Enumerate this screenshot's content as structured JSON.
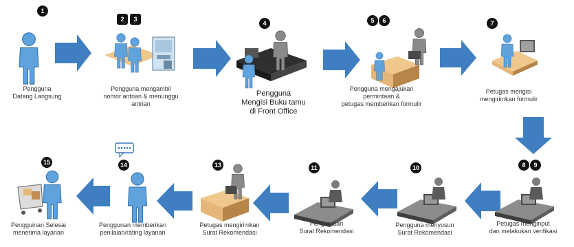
{
  "colors": {
    "arrow": "#3f7fc1",
    "person": "#5fa2dc",
    "person_dark": "#3a78b5",
    "desk": "#e6b678",
    "desk_dark": "#b78548",
    "machine": "#9a9a9a",
    "machine_dark": "#4a4a4a",
    "badge": "#111111"
  },
  "steps": [
    {
      "badges": [
        "1"
      ],
      "caption": "Pengguna\nDatang Langsung",
      "icon": "standing-person-icon"
    },
    {
      "badges": [
        "2",
        "3"
      ],
      "caption": "Pengguna mengambil\nnomor antrian & menunggu\nantrian",
      "icon": "queue-machine-icon"
    },
    {
      "badges": [
        "4"
      ],
      "caption": "Pengguna\nMengisi Buku tamu\ndi Front Office",
      "icon": "front-office-desk-icon"
    },
    {
      "badges": [
        "5",
        "6"
      ],
      "caption": "Pengguna mengajukan\npermintaan &\npetugas memberikan formulir",
      "icon": "service-desk-icon"
    },
    {
      "badges": [
        "7"
      ],
      "caption": "Petugas mengisi\nmengirimkan formulir",
      "icon": "officer-computer-icon"
    },
    {
      "badges": [
        "8",
        "9"
      ],
      "caption": "Petugas menginput\ndan melakukan verifikasi",
      "icon": "officer-workstation-icon"
    },
    {
      "badges": [
        "10"
      ],
      "caption": "Pengguna  menyusun\nSurat Rekomendasi",
      "icon": "officer-workstation-icon"
    },
    {
      "badges": [
        "11"
      ],
      "caption": "Pengerasan\nSurat Rekomendasi",
      "icon": "officer-workstation-icon"
    },
    {
      "badges": [
        "13"
      ],
      "caption": "Petugas  mengirimkan\nSurat Rekomendasi",
      "icon": "service-desk-icon"
    },
    {
      "badges": [
        "14"
      ],
      "caption": "Penggunan memberikan\npenilaian/rating layanan",
      "icon": "person-speech-bubble-icon"
    },
    {
      "badges": [
        "15"
      ],
      "caption": "Pengguinan Selesai\nmenerima layanan",
      "icon": "shopping-cart-person-icon"
    }
  ]
}
